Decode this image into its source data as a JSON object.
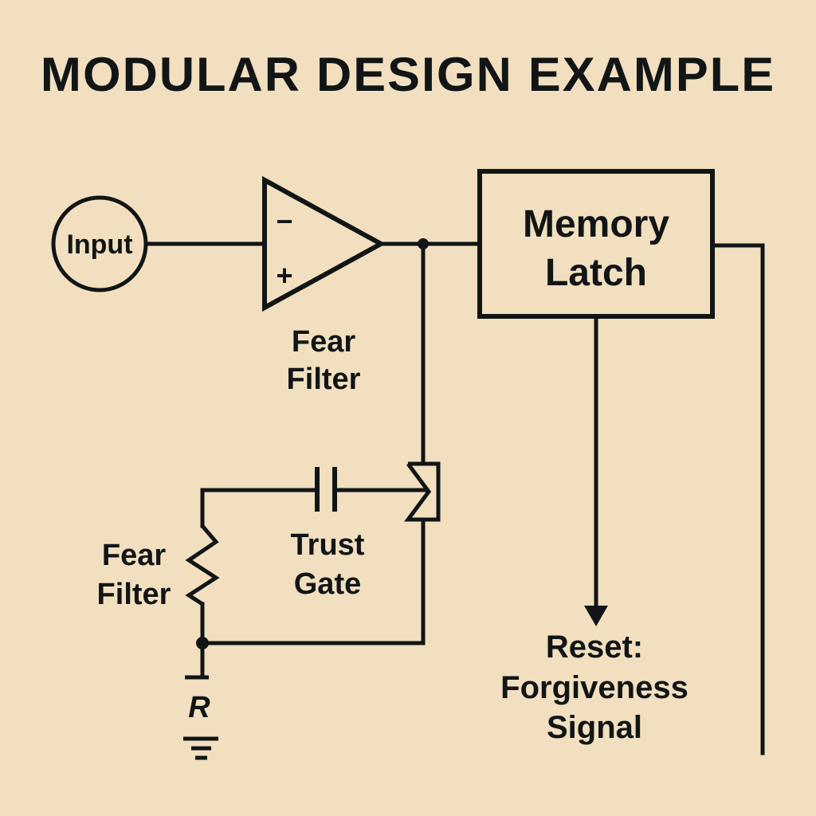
{
  "title": "MODULAR DESIGN EXAMPLE",
  "colors": {
    "background": "#f1dfc0",
    "ink": "#111515"
  },
  "components": {
    "input": {
      "label": "Input",
      "icon": "input-node-circle"
    },
    "comparator": {
      "minus_label": "−",
      "plus_label": "+",
      "caption_line1": "Fear",
      "caption_line2": "Filter",
      "icon": "op-amp-triangle"
    },
    "memory_latch": {
      "label_line1": "Memory",
      "label_line2": "Latch",
      "icon": "latch-box"
    },
    "trust_gate": {
      "caption_line1": "Trust",
      "caption_line2": "Gate",
      "icon": "capacitor"
    },
    "resistor": {
      "caption_line1": "Fear",
      "caption_line2": "Filter",
      "icon": "resistor-zigzag"
    },
    "ground": {
      "label": "R",
      "icon": "ground-symbol"
    },
    "gate_symbol": {
      "icon": "bowtie-gate"
    },
    "reset": {
      "line1": "Reset:",
      "line2": "Forgiveness",
      "line3": "Signal",
      "icon": "arrow-down"
    }
  }
}
